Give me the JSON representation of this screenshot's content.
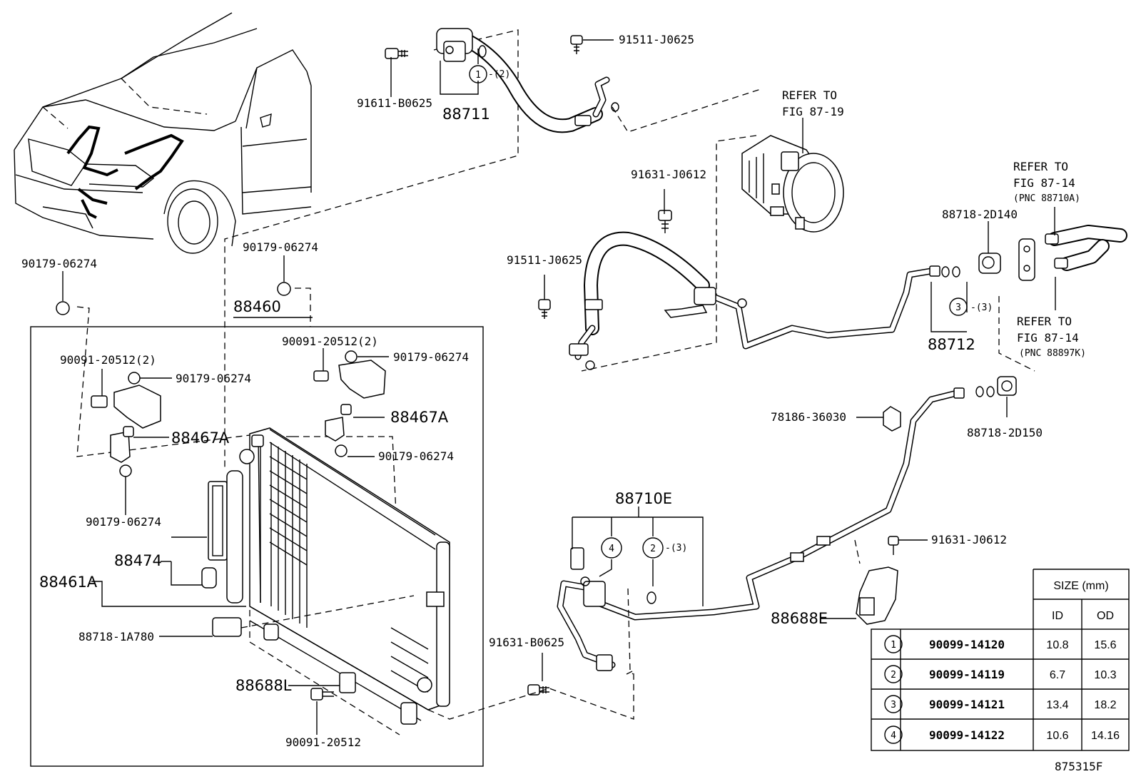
{
  "labels": {
    "p91611_b0625": "91611-B0625",
    "p88711": "88711",
    "p88711_seal": "-(2)",
    "p91511_j0625_top": "91511-J0625",
    "refer_87_19_a": "REFER TO",
    "refer_87_19_b": "FIG 87-19",
    "p91631_j0612_top": "91631-J0612",
    "p91511_j0625_mid": "91511-J0625",
    "refer_87_14a_a": "REFER TO",
    "refer_87_14a_b": "FIG 87-14",
    "refer_87_14a_c": "(PNC 88710A)",
    "p88718_2d140": "88718-2D140",
    "p88712_seal": "-(3)",
    "p88712": "88712",
    "refer_87_14b_a": "REFER TO",
    "refer_87_14b_b": "FIG 87-14",
    "refer_87_14b_c": "(PNC 88897K)",
    "p78186_36030": "78186-36030",
    "p88718_2d150": "88718-2D150",
    "p88710e": "88710E",
    "p88710e_seal": "-(3)",
    "p91631_j0612_bot": "91631-J0612",
    "p88688e": "88688E",
    "p91631_b0625": "91631-B0625",
    "p90179_06274_a": "90179-06274",
    "p90179_06274_b": "90179-06274",
    "p88460": "88460",
    "p90091_20512_2_l": "90091-20512(2)",
    "p90179_06274_c": "90179-06274",
    "p90091_20512_2_r": "90091-20512(2)",
    "p90179_06274_d": "90179-06274",
    "p88467a_r": "88467A",
    "p88467a_l": "88467A",
    "p90179_06274_e": "90179-06274",
    "p90179_06274_f": "90179-06274",
    "p88474": "88474",
    "p88461a": "88461A",
    "p88718_1a780": "88718-1A780",
    "p88688l": "88688L",
    "p90091_20512": "90091-20512",
    "fig_code": "875315F"
  },
  "circles": {
    "c1": "1",
    "c2": "2",
    "c3": "3",
    "c4": "4"
  },
  "size_table": {
    "title": "SIZE (mm)",
    "headers": [
      "ID",
      "OD"
    ],
    "rows": [
      {
        "key": "1",
        "part": "90099-14120",
        "id": "10.8",
        "od": "15.6"
      },
      {
        "key": "2",
        "part": "90099-14119",
        "id": "6.7",
        "od": "10.3"
      },
      {
        "key": "3",
        "part": "90099-14121",
        "id": "13.4",
        "od": "18.2"
      },
      {
        "key": "4",
        "part": "90099-14122",
        "id": "10.6",
        "od": "14.16"
      }
    ]
  }
}
